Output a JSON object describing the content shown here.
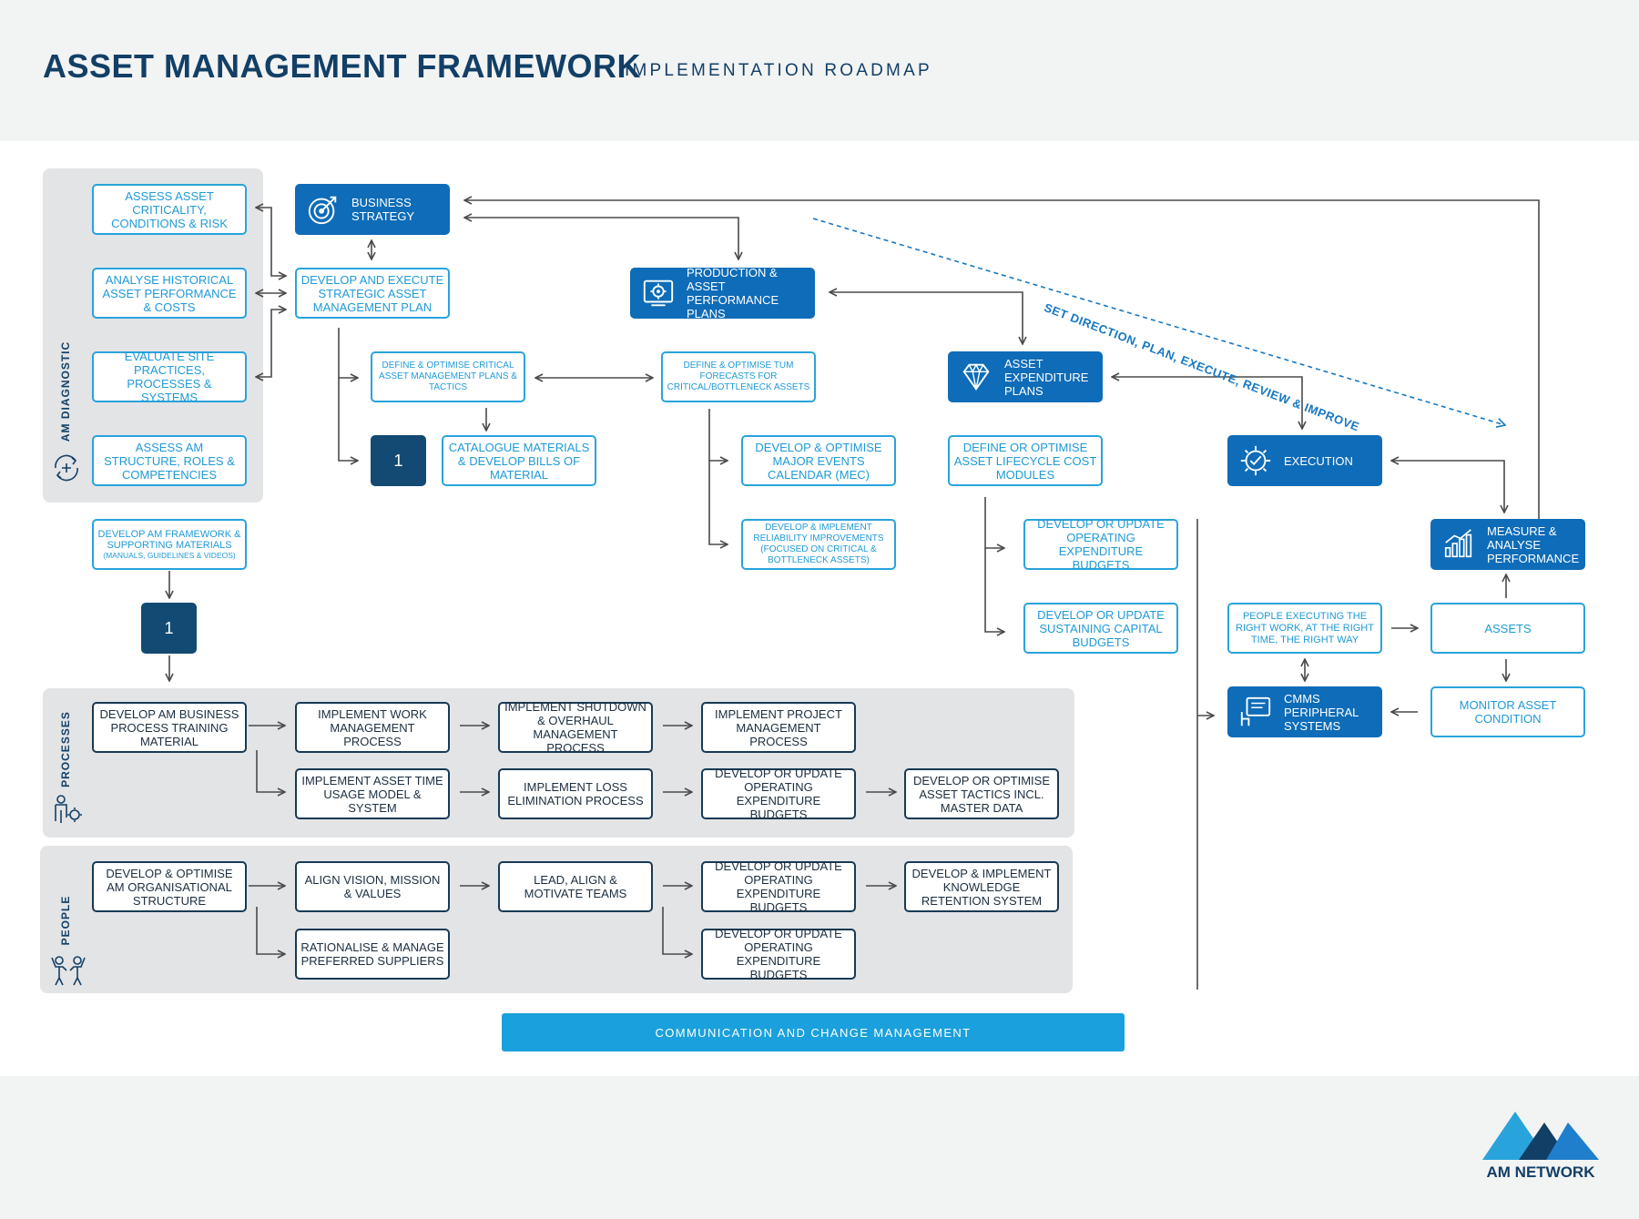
{
  "header": {
    "title": "ASSET MANAGEMENT FRAMEWORK",
    "subtitle": "IMPLEMENTATION ROADMAP"
  },
  "colors": {
    "navy": "#123f66",
    "accent_blue": "#29a3dc",
    "fill_blue": "#0e6cb8",
    "dark_border": "#173a55",
    "panel_grey": "#e3e4e6"
  },
  "panels": {
    "am_diagnostic": "AM DIAGNOSTIC",
    "processes": "PROCESSES",
    "people": "PEOPLE"
  },
  "diagnostic": {
    "assess_criticality": "ASSESS ASSET CRITICALITY, CONDITIONS & RISK",
    "analyse_historical": "ANALYSE HISTORICAL ASSET PERFORMANCE & COSTS",
    "evaluate_site": "EVALUATE SITE PRACTICES, PROCESSES & SYSTEMS",
    "assess_structure": "ASSESS AM STRUCTURE, ROLES & COMPETENCIES"
  },
  "strategy": {
    "business_strategy": "BUSINESS STRATEGY",
    "develop_execute_plan": "DEVELOP AND EXECUTE STRATEGIC ASSET MANAGEMENT PLAN",
    "define_critical_plans": "DEFINE & OPTIMISE CRITICAL ASSET MANAGEMENT PLANS & TACTICS",
    "step_1": "1",
    "catalogue_materials": "CATALOGUE MATERIALS & DEVELOP BILLS OF MATERIAL"
  },
  "production": {
    "production_plans": "PRODUCTION & ASSET PERFORMANCE PLANS",
    "define_tum": "DEFINE & OPTIMISE TUM FORECASTS FOR CRITICAL/BOTTLENECK ASSETS",
    "major_events": "DEVELOP & OPTIMISE MAJOR EVENTS CALENDAR (MEC)",
    "reliability": "DEVELOP & IMPLEMENT RELIABILITY IMPROVEMENTS (FOCUSED ON CRITICAL & BOTTLENECK ASSETS)"
  },
  "expenditure": {
    "asset_expenditure_plans": "ASSET EXPENDITURE PLANS",
    "lifecycle_cost": "DEFINE OR OPTIMISE ASSET LIFECYCLE COST MODULES",
    "opex_budgets": "DEVELOP OR UPDATE OPERATING EXPENDITURE BUDGETS",
    "capital_budgets": "DEVELOP OR UPDATE SUSTAINING CAPITAL BUDGETS"
  },
  "execution": {
    "execution": "EXECUTION",
    "measure": "MEASURE & ANALYSE PERFORMANCE",
    "people_executing": "PEOPLE EXECUTING THE RIGHT WORK, AT THE RIGHT TIME, THE RIGHT WAY",
    "assets": "ASSETS",
    "cmms": "CMMS PERIPHERAL SYSTEMS",
    "monitor": "MONITOR ASSET CONDITION"
  },
  "framework": {
    "develop_framework": "DEVELOP AM FRAMEWORK & SUPPORTING MATERIALS",
    "framework_note": "(MANUALS, GUIDELINES & VIDEOS)",
    "step_1": "1"
  },
  "processes": {
    "training_material": "DEVELOP AM BUSINESS PROCESS TRAINING MATERIAL",
    "work_management": "IMPLEMENT WORK MANAGEMENT PROCESS",
    "shutdown": "IMPLEMENT SHUTDOWN & OVERHAUL MANAGEMENT PROCESS",
    "project_management": "IMPLEMENT PROJECT MANAGEMENT PROCESS",
    "time_usage": "IMPLEMENT ASSET TIME USAGE MODEL & SYSTEM",
    "loss_elimination": "IMPLEMENT LOSS ELIMINATION PROCESS",
    "opex_budgets": "DEVELOP OR UPDATE OPERATING EXPENDITURE BUDGETS",
    "asset_tactics": "DEVELOP OR OPTIMISE ASSET TACTICS INCL. MASTER DATA"
  },
  "people": {
    "org_structure": "DEVELOP & OPTIMISE AM ORGANISATIONAL STRUCTURE",
    "align_vision": "ALIGN VISION, MISSION & VALUES",
    "lead_teams": "LEAD, ALIGN & MOTIVATE TEAMS",
    "opex_budgets_1": "DEVELOP OR UPDATE OPERATING EXPENDITURE BUDGETS",
    "knowledge_retention": "DEVELOP & IMPLEMENT KNOWLEDGE RETENTION SYSTEM",
    "suppliers": "RATIONALISE & MANAGE PREFERRED SUPPLIERS",
    "opex_budgets_2": "DEVELOP OR UPDATE OPERATING EXPENDITURE BUDGETS"
  },
  "cycle_label": "SET DIRECTION, PLAN, EXECUTE, REVIEW & IMPROVE",
  "bottom_banner": "COMMUNICATION AND CHANGE MANAGEMENT",
  "logo": {
    "text": "AM NETWORK",
    "colors": [
      "#29a3dc",
      "#123f66",
      "#1f7fcc"
    ]
  }
}
